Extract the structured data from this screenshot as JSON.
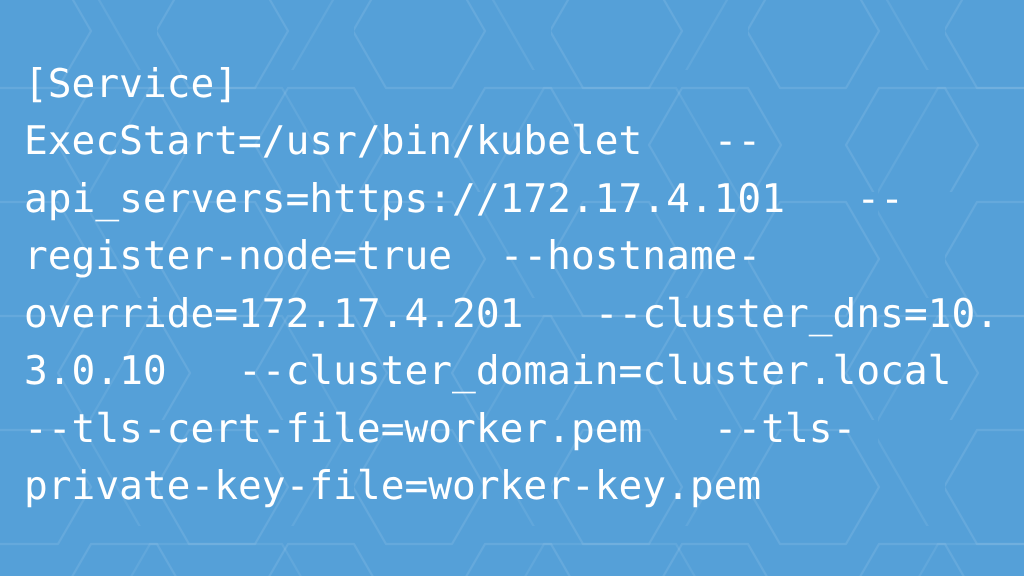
{
  "slide": {
    "background_color": "#55a0d8",
    "pattern_color": "rgba(255,255,255,0.085)",
    "text_color": "#ffffff",
    "pattern_name": "hexagon-honeycomb"
  },
  "code": {
    "language": "systemd-unit",
    "full_text": "[Service]\nExecStart=/usr/bin/kubelet   --api_servers=https://172.17.4.101   --register-node=true  --hostname-override=172.17.4.201   --cluster_dns=10.3.0.10   --cluster_domain=cluster.local --tls-cert-file=worker.pem   --tls-private-key-file=worker-key.pem",
    "lines": [
      "[Service]",
      "ExecStart=/usr/bin/kubelet   --",
      "api_servers=https://172.17.4.101   --",
      "register-node=true  --hostname-",
      "override=172.17.4.201   --cluster_dns=10.",
      "3.0.10   --cluster_domain=cluster.local",
      "--tls-cert-file=worker.pem   --tls-",
      "private-key-file=worker-key.pem"
    ]
  }
}
